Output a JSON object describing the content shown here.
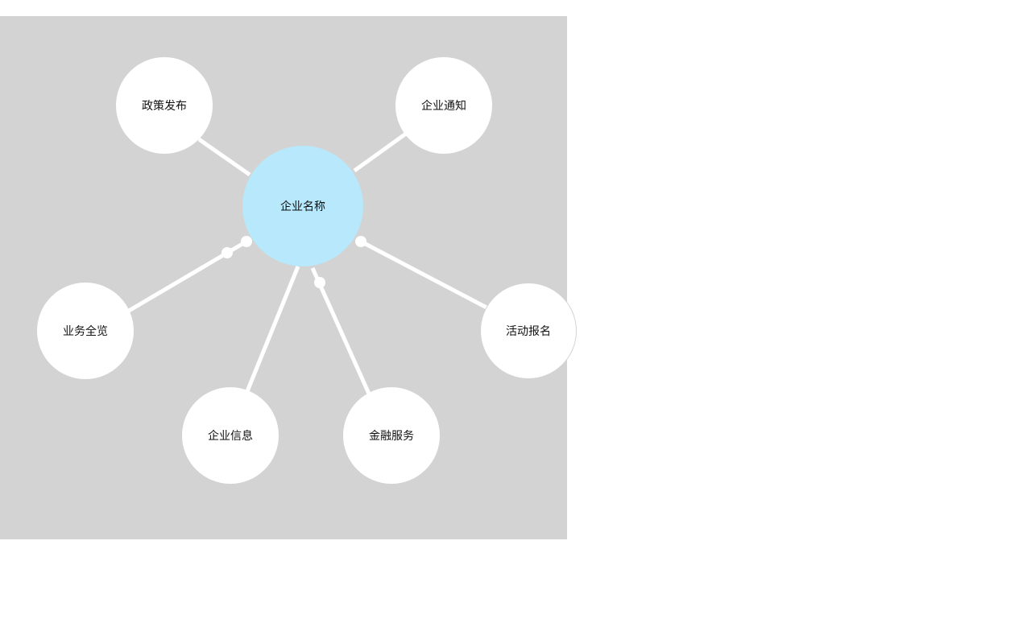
{
  "diagram": {
    "center": {
      "label": "企业名称"
    },
    "nodes": [
      {
        "label": "政策发布"
      },
      {
        "label": "企业通知"
      },
      {
        "label": "业务全览"
      },
      {
        "label": "活动报名"
      },
      {
        "label": "企业信息"
      },
      {
        "label": "金融服务"
      }
    ]
  },
  "colors": {
    "panel_background": "#d3d3d3",
    "center_fill": "#b8e8fb",
    "node_fill": "#ffffff",
    "link_color": "#ffffff"
  }
}
